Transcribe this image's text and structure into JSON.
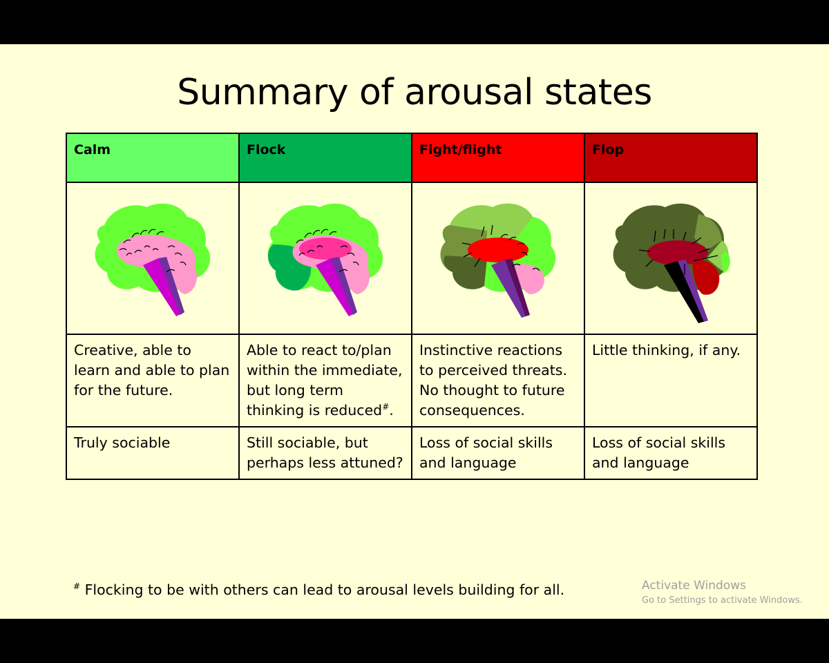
{
  "title": "Summary of arousal states",
  "colors": {
    "calm": "#66ff66",
    "flock": "#00b050",
    "fight_flight": "#ff0000",
    "flop": "#c00000",
    "slide_background": "#ffffd8"
  },
  "states": [
    {
      "name": "Calm",
      "description": "Creative, able to learn and able to plan for the future.",
      "social": "Truly sociable",
      "image": "brain-calm-icon"
    },
    {
      "name": "Flock",
      "description": "Able to react to/plan within the immediate, but long term thinking is reduced",
      "description_mark": "#",
      "description_end": ".",
      "social": "Still sociable, but perhaps less attuned?",
      "image": "brain-flock-icon"
    },
    {
      "name": "Fight/flight",
      "description": "Instinctive reactions to perceived threats.  No thought to future consequences.",
      "social": "Loss of social skills and language",
      "image": "brain-fight-flight-icon"
    },
    {
      "name": "Flop",
      "description": "Little thinking, if any.",
      "social": "Loss of social skills and language",
      "image": "brain-flop-icon"
    }
  ],
  "footnote": {
    "mark": "#",
    "text": " Flocking to be with others can lead to arousal levels building for all."
  },
  "watermark": {
    "line1": "Activate Windows",
    "line2": "Go to Settings to activate Windows."
  }
}
